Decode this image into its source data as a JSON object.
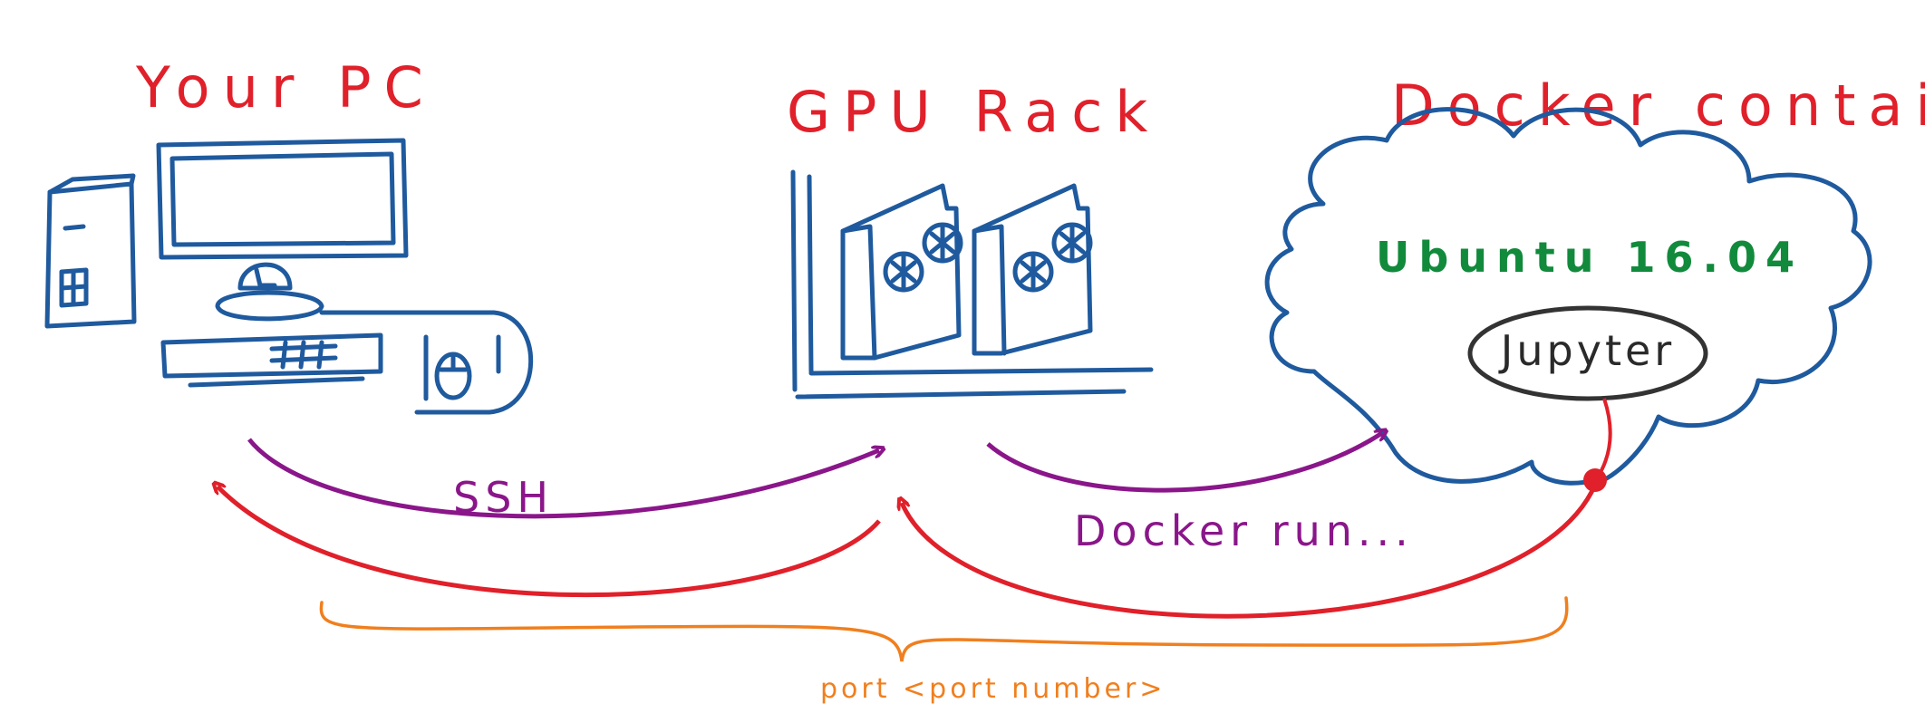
{
  "nodes": {
    "pc": {
      "label": "Your PC"
    },
    "gpu": {
      "label": "GPU Rack"
    },
    "docker": {
      "label": "Docker container",
      "os_label": "Ubuntu 16.04",
      "app_label": "Jupyter"
    }
  },
  "edges": {
    "ssh": {
      "label": "SSH"
    },
    "docker_run": {
      "label": "Docker run..."
    },
    "port_forward": {
      "label": "port <port number>"
    }
  },
  "colors": {
    "title": "#e0202a",
    "sketch": "#1f5a9e",
    "os": "#118a3c",
    "command": "#8a168a",
    "tunnel": "#e0202a",
    "brace": "#f07f1e",
    "jupyter_oval": "#333333"
  }
}
